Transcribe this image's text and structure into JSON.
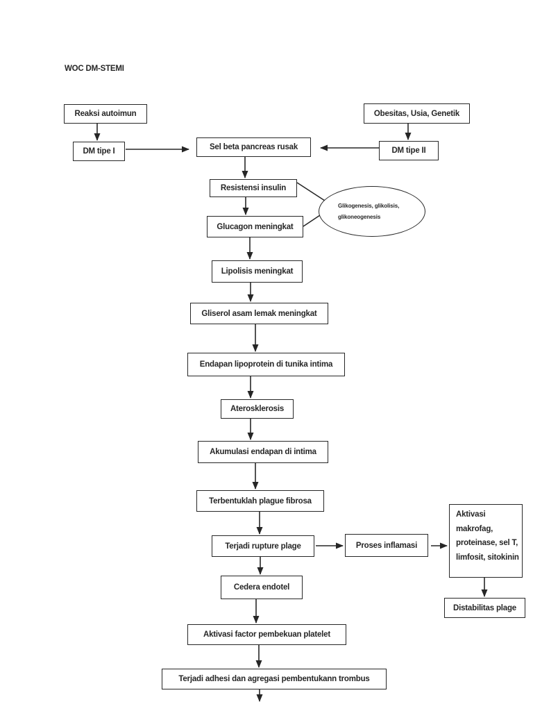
{
  "title": "WOC DM-STEMI",
  "nodes": {
    "reaksi_autoimun": {
      "label": "Reaksi autoimun"
    },
    "dm_tipe_1": {
      "label": "DM tipe I"
    },
    "obesitas": {
      "label": "Obesitas, Usia, Genetik"
    },
    "dm_tipe_2": {
      "label": "DM tipe II"
    },
    "sel_beta": {
      "label": "Sel beta pancreas rusak"
    },
    "resistensi": {
      "label": "Resistensi insulin"
    },
    "glikogenesis": {
      "label": "Glikogenesis, glikolisis, glikoneogenesis"
    },
    "glucagon": {
      "label": "Glucagon meningkat"
    },
    "lipolisis": {
      "label": "Lipolisis meningkat"
    },
    "gliserol": {
      "label": "Gliserol asam lemak meningkat"
    },
    "endapan": {
      "label": "Endapan lipoprotein di tunika intima"
    },
    "aterosklerosis": {
      "label": "Aterosklerosis"
    },
    "akumulasi": {
      "label": "Akumulasi  endapan di intima"
    },
    "plague_fibrosa": {
      "label": "Terbentuklah plague fibrosa"
    },
    "rupture": {
      "label": "Terjadi rupture plage"
    },
    "proses_inflamasi": {
      "label": "Proses inflamasi"
    },
    "cedera_endotel": {
      "label": "Cedera endotel"
    },
    "aktivasi_makrofag": {
      "label": "Aktivasi makrofag, proteinase, sel T, limfosit, sitokinin"
    },
    "distabilitas": {
      "label": "Distabilitas plage"
    },
    "aktivasi_factor": {
      "label": "Aktivasi factor pembekuan platelet"
    },
    "adhesi": {
      "label": "Terjadi adhesi dan agregasi pembentukann trombus"
    }
  },
  "colors": {
    "line": "#262626",
    "text": "#262626",
    "background": "#ffffff"
  }
}
